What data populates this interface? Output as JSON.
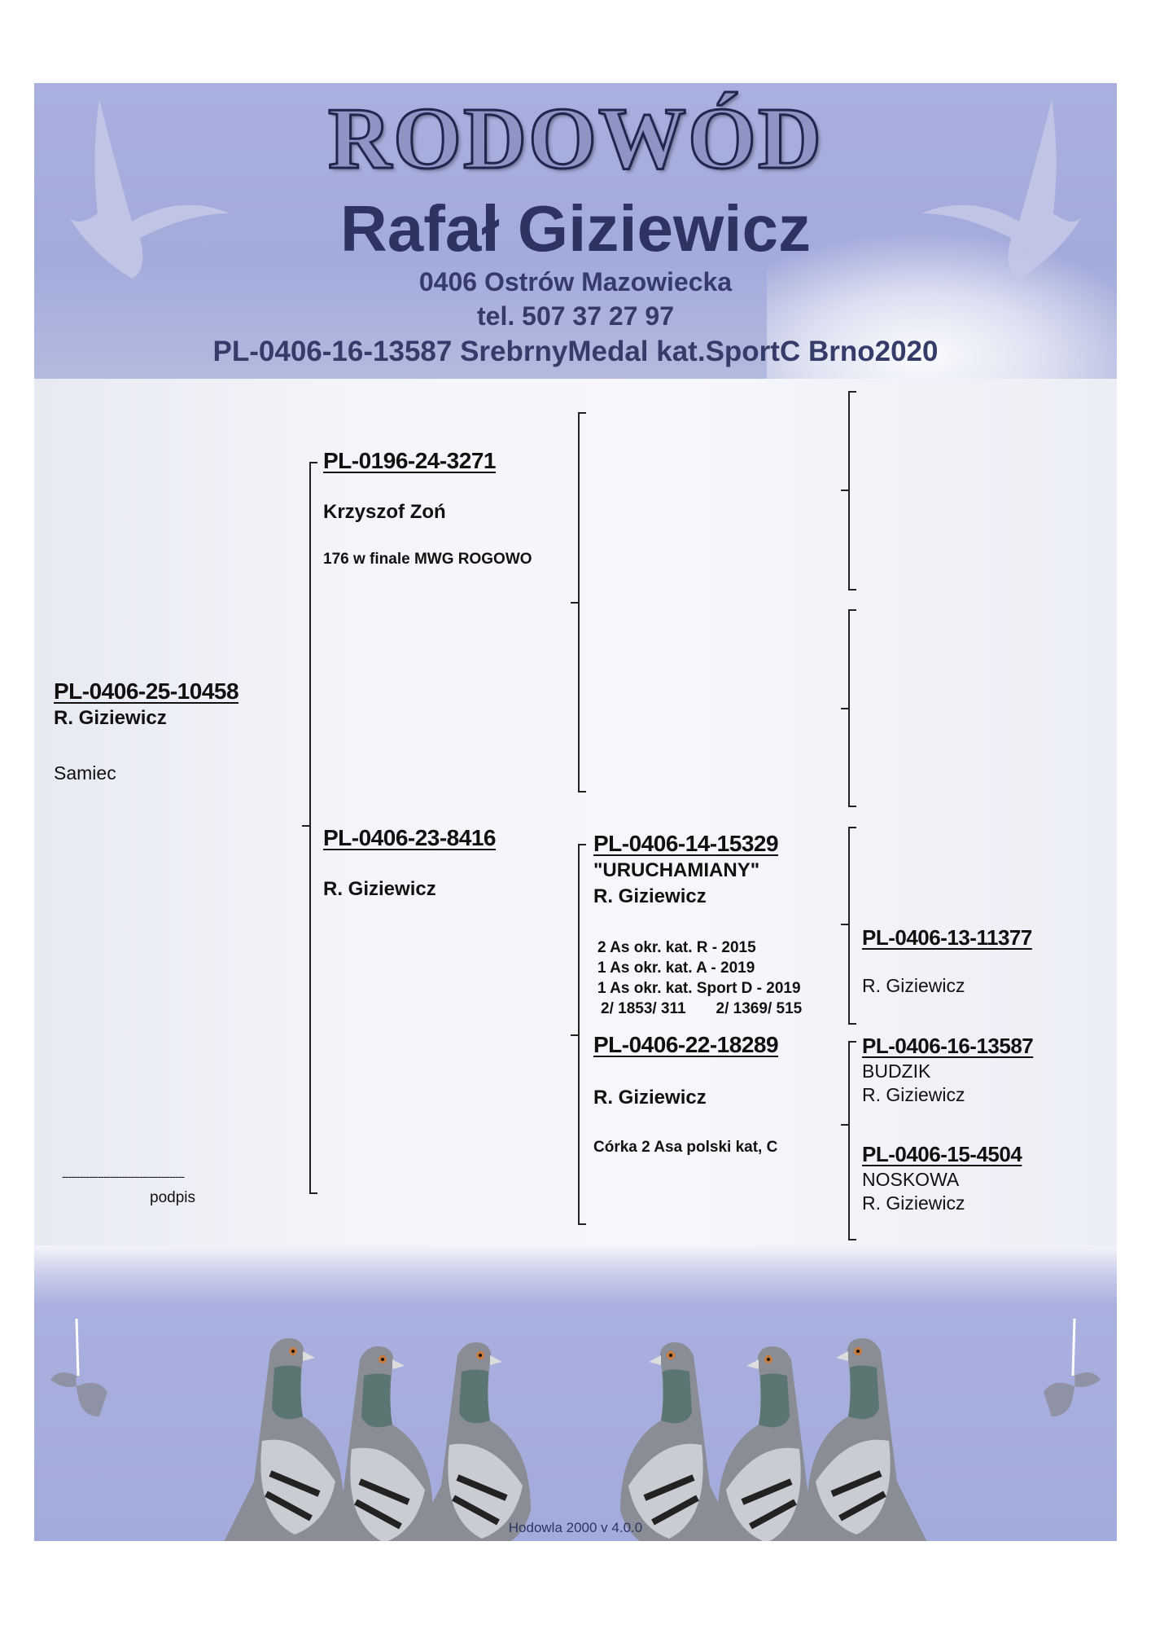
{
  "header": {
    "title": "RODOWÓD",
    "breeder": "Rafał Giziewicz",
    "address": "0406 Ostrów Mazowiecka",
    "phone": "tel. 507 37 27 97",
    "achievement": "PL-0406-16-13587 SrebrnyMedal kat.SportC Brno2020"
  },
  "subject": {
    "ring": "PL-0406-25-10458",
    "owner": "R. Giziewicz",
    "sex": "Samiec",
    "signature_line": "-----------------------------------------",
    "signature_label": "podpis"
  },
  "father": {
    "ring": "PL-0196-24-3271",
    "owner": "Krzyszof Zoń",
    "note": "176 w finale MWG ROGOWO"
  },
  "mother": {
    "ring": "PL-0406-23-8416",
    "owner": "R. Giziewicz"
  },
  "mother_father": {
    "ring": "PL-0406-14-15329",
    "name": "\"URUCHAMIANY\"",
    "owner": "R. Giziewicz",
    "results": [
      "2 As okr. kat. R - 2015",
      "1 As okr. kat. A - 2019",
      "1 As okr. kat. Sport D - 2019",
      "2/ 1853/ 311       2/ 1369/ 515"
    ]
  },
  "mother_mother": {
    "ring": "PL-0406-22-18289",
    "owner": "R. Giziewicz",
    "note": "Córka 2 Asa polski kat, C"
  },
  "mm_father": {
    "ring": "PL-0406-13-11377",
    "owner": "R. Giziewicz"
  },
  "mm_mother_father": {
    "ring": "PL-0406-16-13587",
    "name": "BUDZIK",
    "owner": "R. Giziewicz"
  },
  "mm_mother_mother": {
    "ring": "PL-0406-15-4504",
    "name": "NOSKOWA",
    "owner": "R. Giziewicz"
  },
  "footer": {
    "software": "Hodowla 2000 v 4.0.0"
  },
  "colors": {
    "banner": "#a3abdc",
    "title_text": "#2d3461",
    "lines": "#222222"
  }
}
